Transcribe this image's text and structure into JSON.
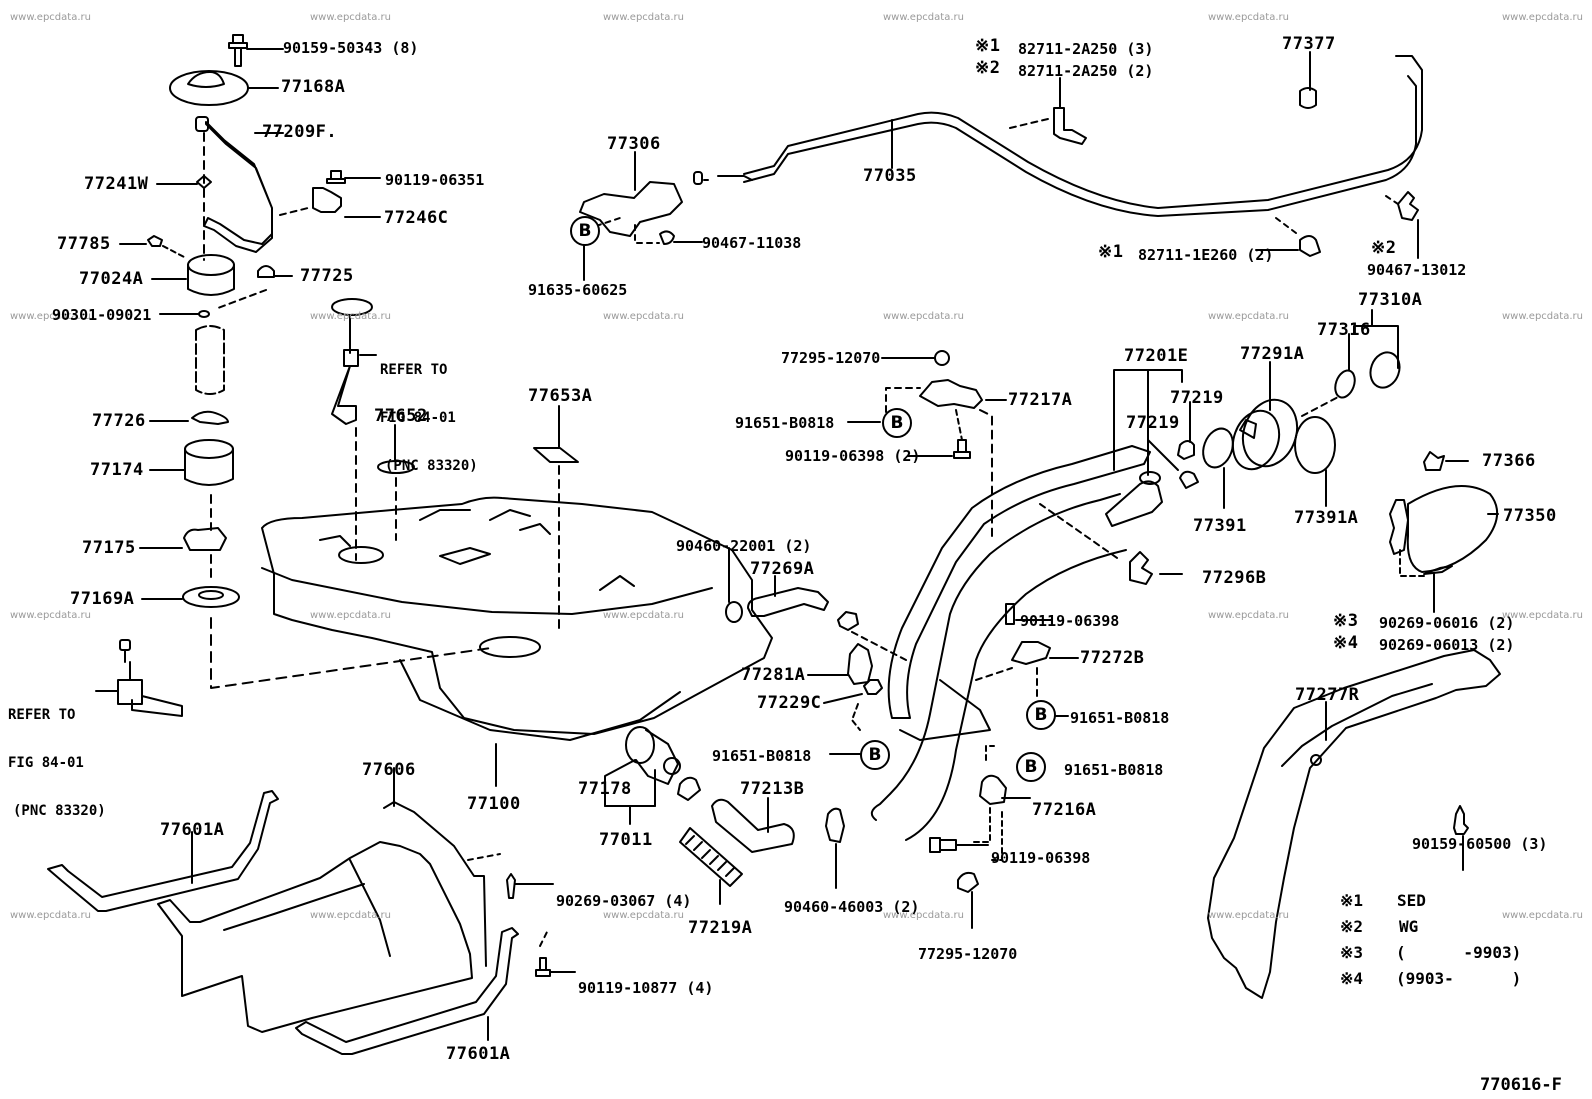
{
  "diagram": {
    "figure_number": "770616-F",
    "watermark": "www.epcdata.ru",
    "callout_symbol": "B",
    "refer_notes": [
      {
        "line1": "REFER TO",
        "line2": "FIG 84-01",
        "line3": "(PNC 83320)"
      },
      {
        "line1": "REFER TO",
        "line2": "FIG 84-01",
        "line3": "(PNC 83320)"
      }
    ],
    "parts": {
      "p90159_50343": "90159-50343 (8)",
      "p77168A": "77168A",
      "p77209F": "77209F.",
      "p77241W": "77241W",
      "p90119_06351": "90119-06351",
      "p77246C": "77246C",
      "p77785": "77785",
      "p77024A": "77024A",
      "p77725": "77725",
      "p90301_09021": "90301-09021",
      "p77726": "77726",
      "p77174": "77174",
      "p77175": "77175",
      "p77169A": "77169A",
      "p77652": "77652",
      "p77653A": "77653A",
      "p77306": "77306",
      "p90467_11038": "90467-11038",
      "p91635_60625": "91635-60625",
      "p77035": "77035",
      "p82711_2A250_3": "82711-2A250 (3)",
      "p82711_2A250_2": "82711-2A250 (2)",
      "p82711_1E260": "82711-1E260 (2)",
      "p77377": "77377",
      "p90467_13012": "90467-13012",
      "p77295_12070_top": "77295-12070",
      "p77217A": "77217A",
      "p91651_B0818_a": "91651-B0818",
      "p90119_06398_2": "90119-06398 (2)",
      "p77201E": "77201E",
      "p77219_a": "77219",
      "p77219_b": "77219",
      "p77291A": "77291A",
      "p77310A": "77310A",
      "p77316": "77316",
      "p77391": "77391",
      "p77391A": "77391A",
      "p77366": "77366",
      "p77350": "77350",
      "p77296B": "77296B",
      "p90269_06016": "90269-06016 (2)",
      "p90269_06013": "90269-06013 (2)",
      "p90460_22001": "90460-22001 (2)",
      "p77269A": "77269A",
      "p90119_06398_a": "90119-06398",
      "p77272B": "77272B",
      "p77281A": "77281A",
      "p77229C": "77229C",
      "p91651_B0818_b": "91651-B0818",
      "p91651_B0818_c": "91651-B0818",
      "p91651_B0818_d": "91651-B0818",
      "p77178": "77178",
      "p77011": "77011",
      "p77100": "77100",
      "p77213B": "77213B",
      "p77216A": "77216A",
      "p90119_06398_b": "90119-06398",
      "p90460_46003": "90460-46003 (2)",
      "p77219A": "77219A",
      "p77295_12070_bot": "77295-12070",
      "p77606": "77606",
      "p77601A_top": "77601A",
      "p77601A_bot": "77601A",
      "p90269_03067": "90269-03067 (4)",
      "p90119_10877": "90119-10877 (4)",
      "p77277R": "77277R",
      "p90159_60500": "90159-60500 (3)"
    },
    "notes": {
      "n1_mark": "※1",
      "n2_mark": "※2",
      "n3_mark": "※3",
      "n4_mark": "※4",
      "legend": [
        {
          "mark": "※1",
          "text": "SED"
        },
        {
          "mark": "※2",
          "text": "WG"
        },
        {
          "mark": "※3",
          "text": "(      -9903)"
        },
        {
          "mark": "※4",
          "text": "(9903-      )"
        }
      ]
    }
  }
}
